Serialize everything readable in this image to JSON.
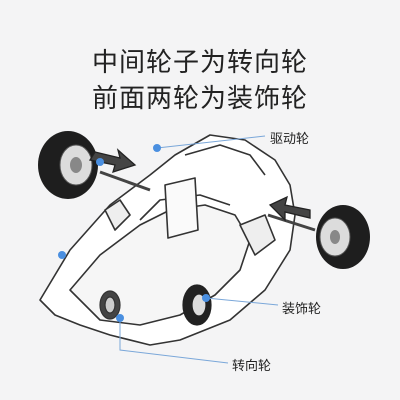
{
  "headline": {
    "line1": "中间轮子为转向轮",
    "line2": "前面两轮为装饰轮"
  },
  "callouts": {
    "drive_wheel": "驱动轮",
    "decorative_wheel": "装饰轮",
    "steering_wheel": "转向轮"
  },
  "colors": {
    "background": "#f4f4f5",
    "callout_line": "#7aa7d9",
    "callout_dot": "#4a8fe0",
    "tire": "#222222",
    "body_stroke": "#333333"
  }
}
